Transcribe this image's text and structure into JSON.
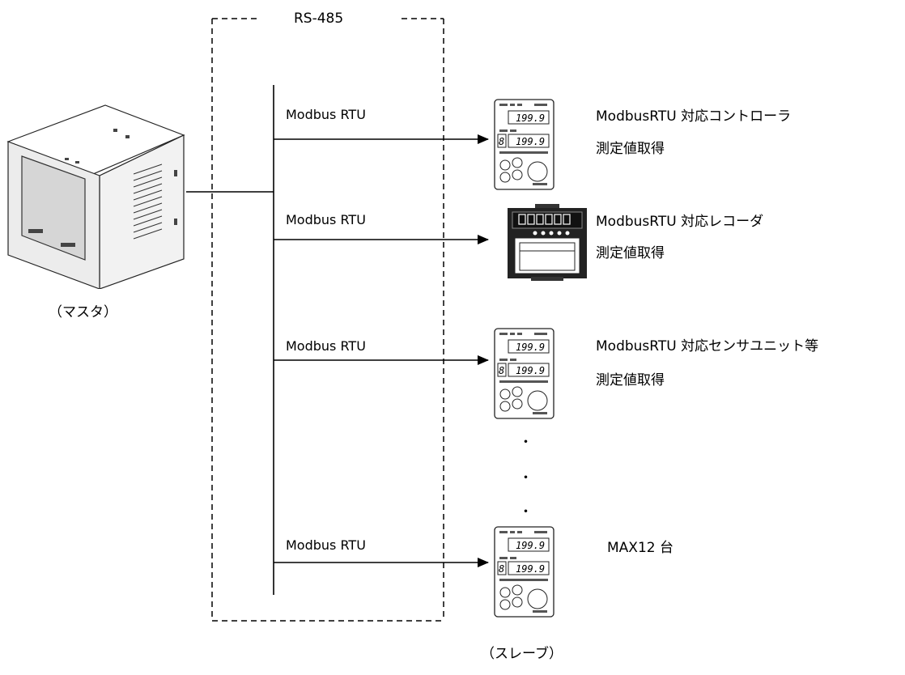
{
  "bus_label": "RS-485",
  "master_label": "（マスタ）",
  "slave_label": "（スレーブ）",
  "branches": [
    {
      "protocol": "Modbus RTU",
      "device": "ModbusRTU 対応コントローラ",
      "action": "測定値取得",
      "icon": "controller-icon"
    },
    {
      "protocol": "Modbus RTU",
      "device": "ModbusRTU 対応レコーダ",
      "action": "測定値取得",
      "icon": "recorder-icon"
    },
    {
      "protocol": "Modbus RTU",
      "device": "ModbusRTU 対応センサユニット等",
      "action": "測定値取得",
      "icon": "controller-icon"
    },
    {
      "protocol": "Modbus RTU",
      "device": "MAX12 台",
      "action": "",
      "icon": "controller-icon"
    }
  ],
  "ellipsis": [
    "・",
    "・",
    "・"
  ],
  "controller_display": {
    "pv": "199.9",
    "sv": "199.9",
    "ch": "8"
  }
}
